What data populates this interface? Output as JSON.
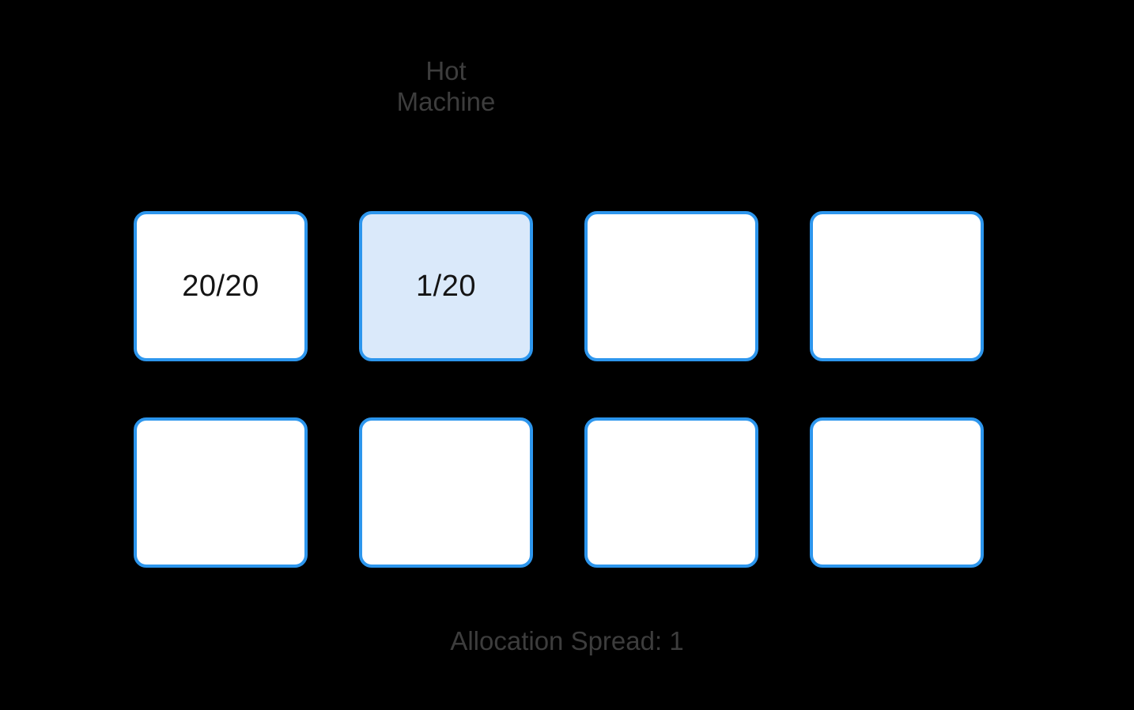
{
  "labels": {
    "hot_machine": "Hot\nMachine",
    "allocation_spread": "Allocation Spread: 1"
  },
  "machines": [
    {
      "value": "20/20",
      "highlighted": false
    },
    {
      "value": "1/20",
      "highlighted": true
    },
    {
      "value": "",
      "highlighted": false
    },
    {
      "value": "",
      "highlighted": false
    },
    {
      "value": "",
      "highlighted": false
    },
    {
      "value": "",
      "highlighted": false
    },
    {
      "value": "",
      "highlighted": false
    },
    {
      "value": "",
      "highlighted": false
    }
  ],
  "colors": {
    "background": "#000000",
    "box_border": "#2d96ed",
    "box_fill": "#ffffff",
    "highlight_fill": "#dae9fa",
    "box_text": "#141414",
    "label_text": "#3d3d3d"
  }
}
